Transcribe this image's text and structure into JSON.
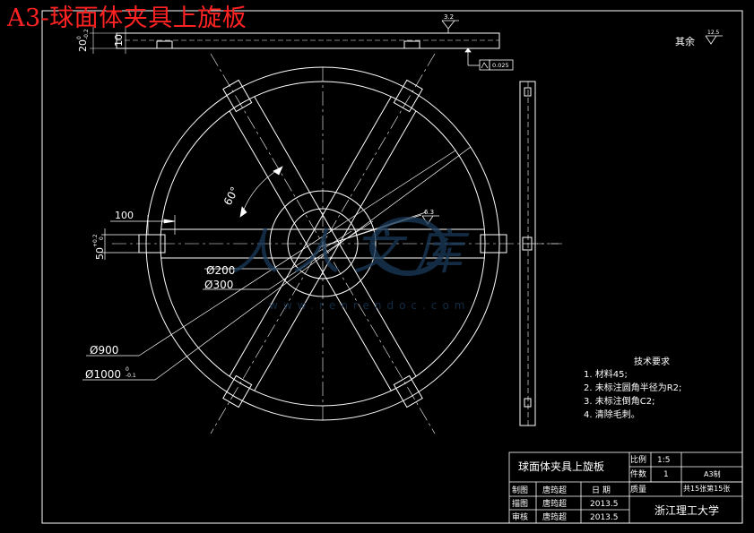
{
  "title": "A3-球面体夹具上旋板",
  "dims": {
    "thickness": "20",
    "thickness_tol_upper": "0",
    "thickness_tol_lower": "-0.2",
    "step": "10",
    "width100": "100",
    "slot50": "50",
    "slot_tol_upper": "+0.2",
    "slot_tol_lower": "0",
    "angle": "60°",
    "d200": "Ø200",
    "d300": "Ø300",
    "d900": "Ø900",
    "d1000": "Ø1000",
    "d1000_tol_upper": "0",
    "d1000_tol_lower": "-0.1"
  },
  "roughness": {
    "top": "3.2",
    "hole": "6.3",
    "rest_label": "其余",
    "rest_value": "12.5"
  },
  "flatness_value": "0.025",
  "tech": {
    "heading": "技术要求",
    "items": [
      "1. 材料45;",
      "2. 未标注圆角半径为R2;",
      "3. 未标注倒角C2;",
      "4. 清除毛刺。"
    ]
  },
  "titleblock": {
    "part_name": "球面体夹具上旋板",
    "scale_label": "比例",
    "scale_value": "1:5",
    "qty_label": "件数",
    "qty_value": "1",
    "mass_label": "质量",
    "format": "A3制",
    "sheets": "共15张第15张",
    "row1_label": "制图",
    "row1_name": "唐筠超",
    "row1_date": "日  期",
    "row2_label": "描图",
    "row2_name": "唐筠超",
    "row2_date": "2013.5",
    "row3_label": "审核",
    "row3_name": "唐筠超",
    "row3_date": "2013.5",
    "school": "浙江理工大学"
  },
  "watermark": {
    "text": "人人文库",
    "url": "www.renrendoc.com"
  }
}
